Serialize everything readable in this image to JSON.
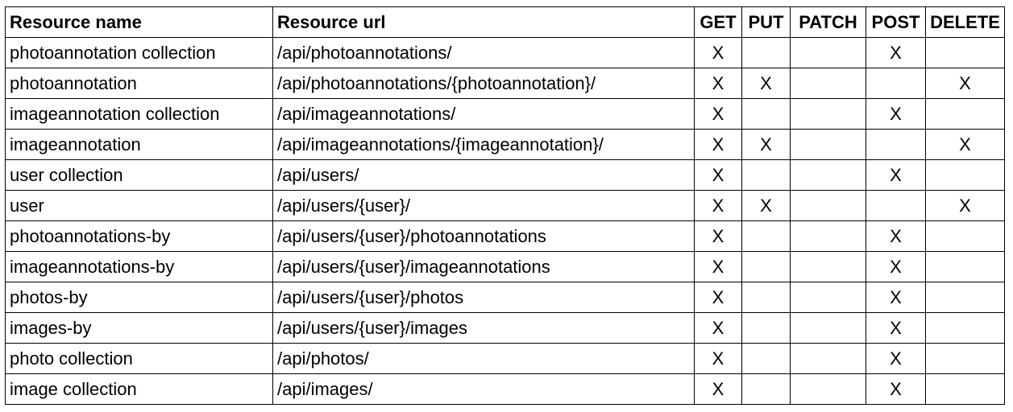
{
  "table": {
    "headers": [
      "Resource name",
      "Resource url",
      "GET",
      "PUT",
      "PATCH",
      "POST",
      "DELETE"
    ],
    "rows": [
      [
        "photoannotation collection",
        "/api/photoannotations/",
        "X",
        "",
        "",
        "X",
        ""
      ],
      [
        "photoannotation",
        "/api/photoannotations/{photoannotation}/",
        "X",
        "X",
        "",
        "",
        "X"
      ],
      [
        "imageannotation collection",
        "/api/imageannotations/",
        "X",
        "",
        "",
        "X",
        ""
      ],
      [
        "imageannotation",
        "/api/imageannotations/{imageannotation}/",
        "X",
        "X",
        "",
        "",
        "X"
      ],
      [
        "user collection",
        "/api/users/",
        "X",
        "",
        "",
        "X",
        ""
      ],
      [
        "user",
        "/api/users/{user}/",
        "X",
        "X",
        "",
        "",
        "X"
      ],
      [
        "photoannotations-by",
        "/api/users/{user}/photoannotations",
        "X",
        "",
        "",
        "X",
        ""
      ],
      [
        "imageannotations-by",
        "/api/users/{user}/imageannotations",
        "X",
        "",
        "",
        "X",
        ""
      ],
      [
        "photos-by",
        "/api/users/{user}/photos",
        "X",
        "",
        "",
        "X",
        ""
      ],
      [
        "images-by",
        "/api/users/{user}/images",
        "X",
        "",
        "",
        "X",
        ""
      ],
      [
        "photo collection",
        "/api/photos/",
        "X",
        "",
        "",
        "X",
        ""
      ],
      [
        "image collection",
        "/api/images/",
        "X",
        "",
        "",
        "X",
        ""
      ]
    ]
  }
}
